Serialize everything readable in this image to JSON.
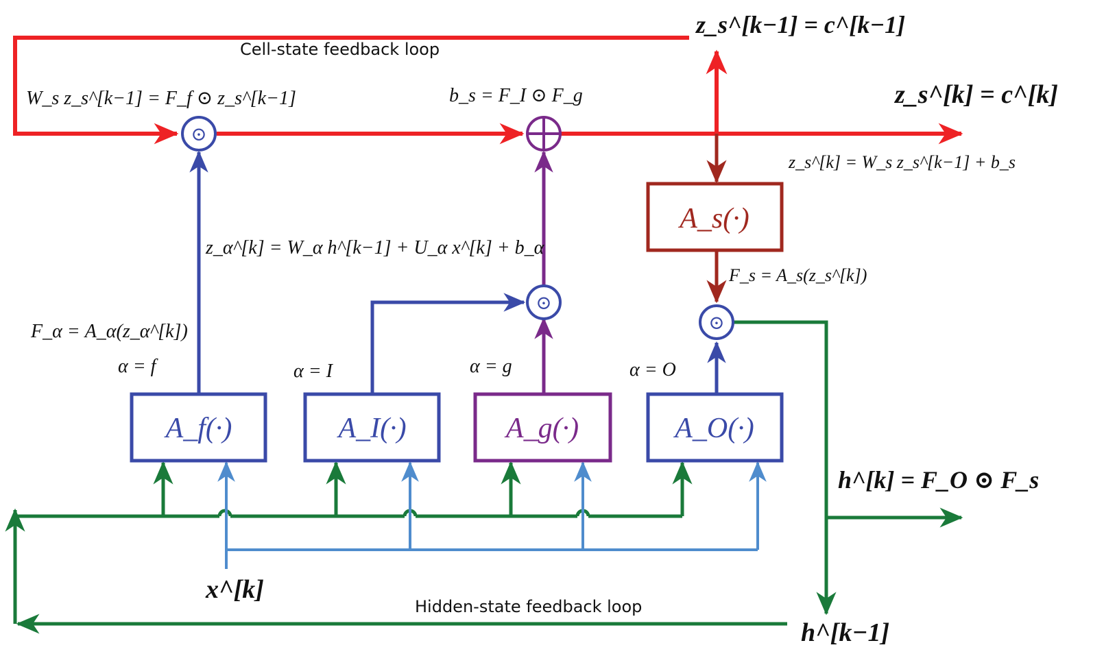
{
  "colors": {
    "cell_state": "#ee2225",
    "cell_block": "#a0281f",
    "gate_blue": "#3a4aa8",
    "input_blue": "#4f8ccd",
    "g_purple": "#7a2a8a",
    "hidden_green": "#1a7a3a",
    "text": "#111111"
  },
  "labels": {
    "cell_loop": "Cell-state feedback loop",
    "hidden_loop": "Hidden-state feedback loop",
    "z_prev": "z_s^[k−1] = c^[k−1]",
    "z_curr": "z_s^[k] = c^[k]",
    "forget_product": "W_s z_s^[k−1] = F_f ⊙ z_s^[k−1]",
    "bias_sum": "b_s = F_I ⊙ F_g",
    "cell_update": "z_s^[k] = W_s z_s^[k−1] + b_s",
    "gate_preact": "z_α^[k] = W_α h^[k−1] + U_α x^[k] + b_α",
    "gate_act": "F_α = A_α(z_α^[k])",
    "cell_act": "F_s = A_s(z_s^[k])",
    "hidden_out": "h^[k] = F_O ⊙ F_s",
    "x_input": "x^[k]",
    "h_prev": "h^[k−1]",
    "alpha_f": "α = f",
    "alpha_i": "α = I",
    "alpha_g": "α = g",
    "alpha_o": "α = O"
  },
  "blocks": {
    "f": "A_f(·)",
    "i": "A_I(·)",
    "g": "A_g(·)",
    "o": "A_O(·)",
    "s": "A_s(·)"
  },
  "operators": {
    "forget_mult": "⊙",
    "cell_add": "⊕",
    "input_mult": "⊙",
    "output_mult": "⊙"
  }
}
